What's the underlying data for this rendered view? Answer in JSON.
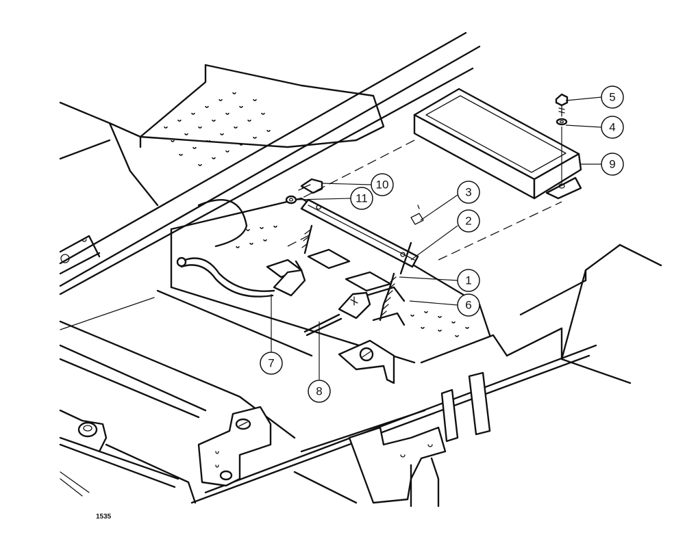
{
  "figure_number": "1535",
  "callouts": [
    {
      "id": "c1",
      "label": "1"
    },
    {
      "id": "c2",
      "label": "2"
    },
    {
      "id": "c3",
      "label": "3"
    },
    {
      "id": "c4",
      "label": "4"
    },
    {
      "id": "c5",
      "label": "5"
    },
    {
      "id": "c6",
      "label": "6"
    },
    {
      "id": "c7",
      "label": "7"
    },
    {
      "id": "c8",
      "label": "8"
    },
    {
      "id": "c9",
      "label": "9"
    },
    {
      "id": "c10",
      "label": "10"
    },
    {
      "id": "c11",
      "label": "11"
    }
  ]
}
